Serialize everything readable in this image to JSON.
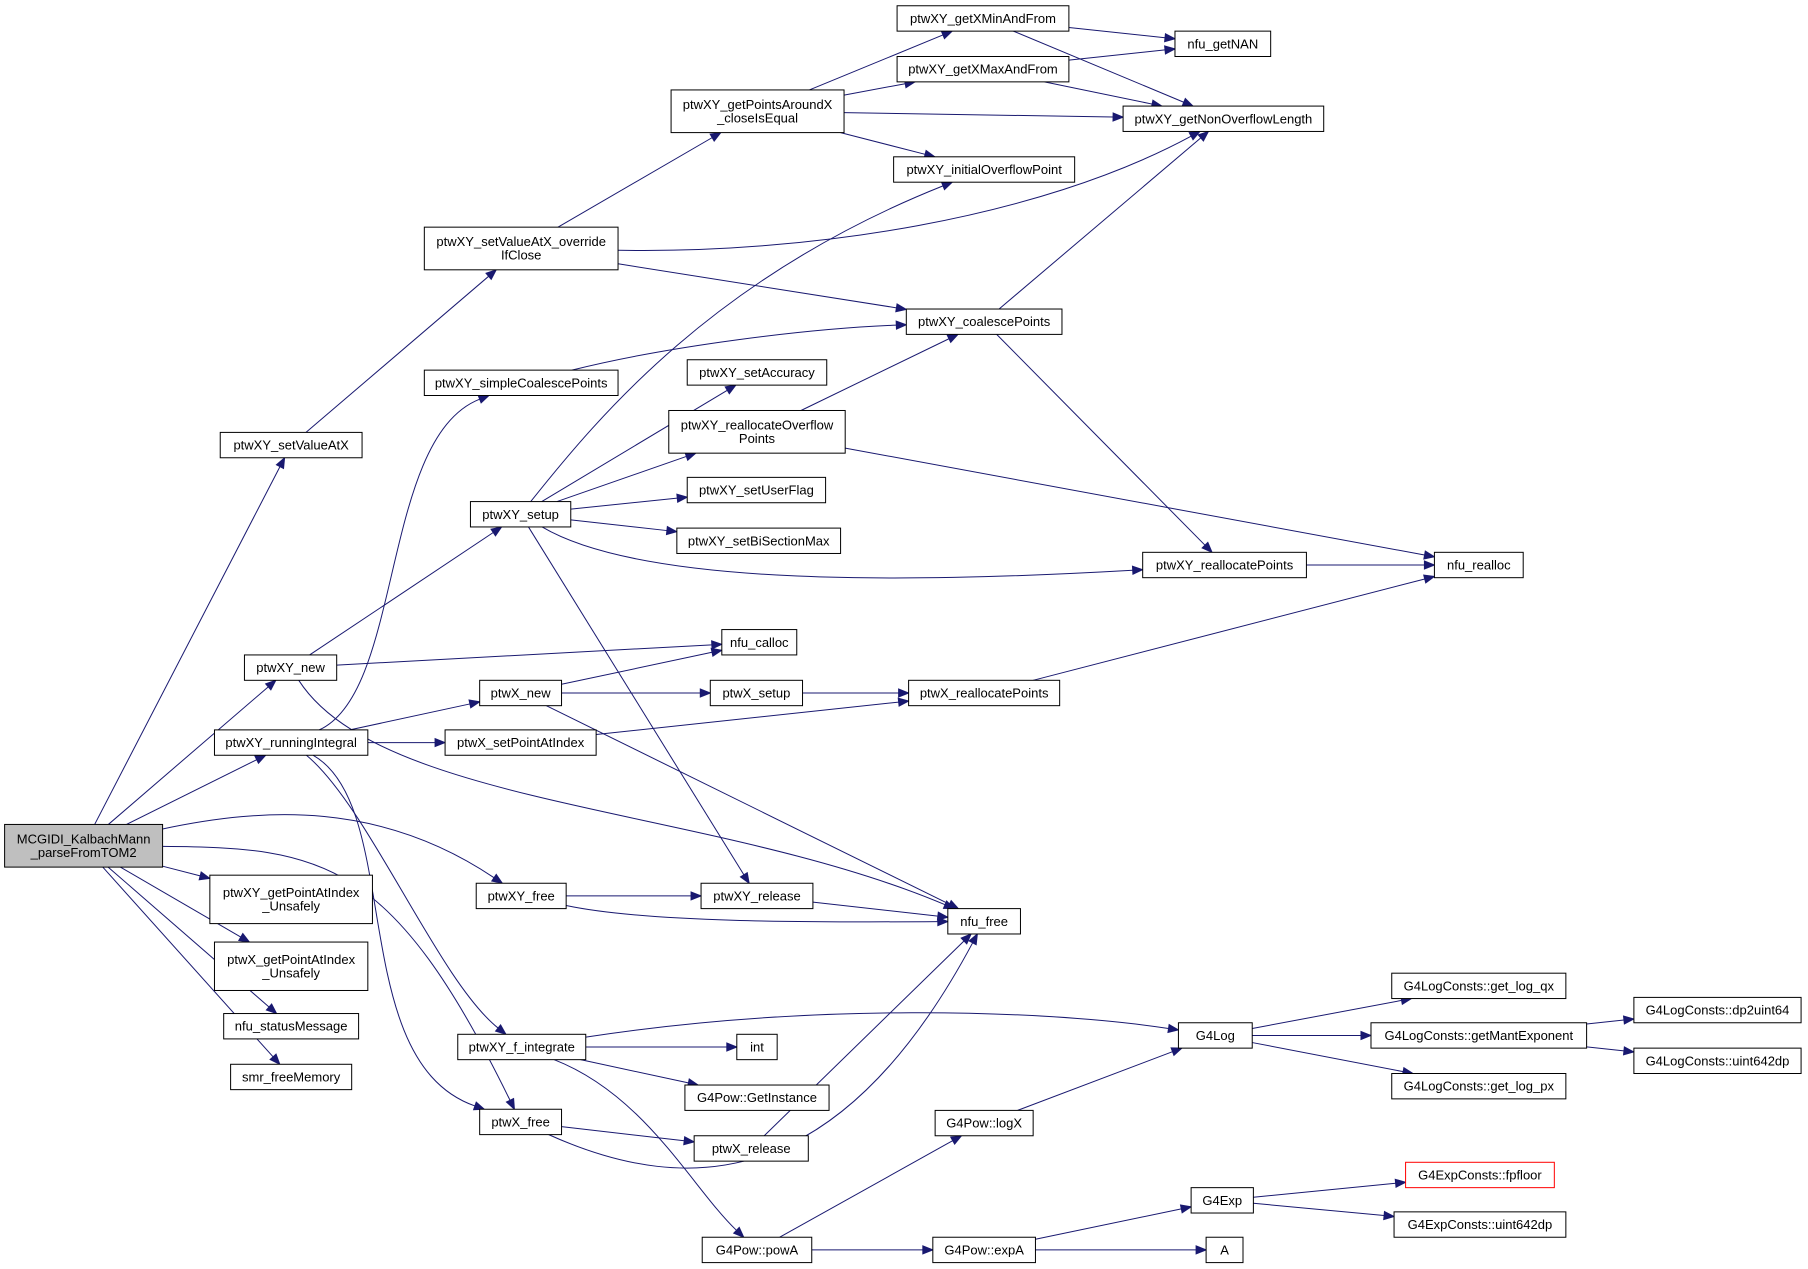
{
  "nodes": {
    "root": [
      "MCGIDI_KalbachMann",
      "_parseFromTOM2"
    ],
    "setValueAtX": [
      "ptwXY_setValueAtX"
    ],
    "new": [
      "ptwXY_new"
    ],
    "runningIntegral": [
      "ptwXY_runningIntegral"
    ],
    "getPointAtIndexU": [
      "ptwXY_getPointAtIndex",
      "_Unsafely"
    ],
    "xGetPointAtIndexU": [
      "ptwX_getPointAtIndex",
      "_Unsafely"
    ],
    "statusMessage": [
      "nfu_statusMessage"
    ],
    "smrFreeMemory": [
      "smr_freeMemory"
    ],
    "setValueAtXOverride": [
      "ptwXY_setValueAtX_override",
      "IfClose"
    ],
    "simpleCoalesce": [
      "ptwXY_simpleCoalescePoints"
    ],
    "setup": [
      "ptwXY_setup"
    ],
    "xNew": [
      "ptwX_new"
    ],
    "xSetPointAtIndex": [
      "ptwX_setPointAtIndex"
    ],
    "free": [
      "ptwXY_free"
    ],
    "fIntegrate": [
      "ptwXY_f_integrate"
    ],
    "xFree": [
      "ptwX_free"
    ],
    "pointsAround": [
      "ptwXY_getPointsAroundX",
      "_closeIsEqual"
    ],
    "setAccuracy": [
      "ptwXY_setAccuracy"
    ],
    "reallocOverflow": [
      "ptwXY_reallocateOverflow",
      "Points"
    ],
    "setUserFlag": [
      "ptwXY_setUserFlag"
    ],
    "setBiSection": [
      "ptwXY_setBiSectionMax"
    ],
    "nfuCalloc": [
      "nfu_calloc"
    ],
    "xSetup": [
      "ptwX_setup"
    ],
    "release": [
      "ptwXY_release"
    ],
    "int": [
      "int"
    ],
    "getInstance": [
      "G4Pow::GetInstance"
    ],
    "xRelease": [
      "ptwX_release"
    ],
    "powA": [
      "G4Pow::powA"
    ],
    "xMinAndFrom": [
      "ptwXY_getXMinAndFrom"
    ],
    "xMaxAndFrom": [
      "ptwXY_getXMaxAndFrom"
    ],
    "initialOverflow": [
      "ptwXY_initialOverflowPoint"
    ],
    "coalesce": [
      "ptwXY_coalescePoints"
    ],
    "reallocPoints": [
      "ptwXY_reallocatePoints"
    ],
    "xReallocPoints": [
      "ptwX_reallocatePoints"
    ],
    "nfuFree": [
      "nfu_free"
    ],
    "logX": [
      "G4Pow::logX"
    ],
    "expA": [
      "G4Pow::expA"
    ],
    "nfuGetNAN": [
      "nfu_getNAN"
    ],
    "nonOverflow": [
      "ptwXY_getNonOverflowLength"
    ],
    "nfuRealloc": [
      "nfu_realloc"
    ],
    "g4Log": [
      "G4Log"
    ],
    "g4Exp": [
      "G4Exp"
    ],
    "A": [
      "A"
    ],
    "logQx": [
      "G4LogConsts::get_log_qx"
    ],
    "mantExp": [
      "G4LogConsts::getMantExponent"
    ],
    "logPx": [
      "G4LogConsts::get_log_px"
    ],
    "fpfloor": [
      "G4ExpConsts::fpfloor"
    ],
    "expUint": [
      "G4ExpConsts::uint642dp"
    ],
    "dp2uint": [
      "G4LogConsts::dp2uint64"
    ],
    "logUint": [
      "G4LogConsts::uint642dp"
    ]
  },
  "colors": {
    "edge": "#191970",
    "root_fill": "#bfbfbf",
    "highlight_border": "#ff0000"
  }
}
